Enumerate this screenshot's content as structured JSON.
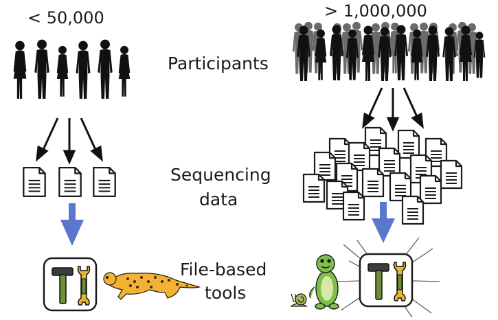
{
  "left": {
    "count_label": "< 50,000"
  },
  "right": {
    "count_label": "> 1,000,000"
  },
  "center": {
    "participants_label": "Participants",
    "sequencing_line1": "Sequencing",
    "sequencing_line2": "data",
    "tools_line1": "File-based",
    "tools_line2": "tools"
  },
  "colors": {
    "silhouette": "#111111",
    "silhouette_back": "#6b6b6b",
    "blue_arrow": "#5b77cc",
    "document_outline": "#1a1a1a",
    "tool_handle": "#6b8e3a",
    "cheetah": "#f2b233",
    "turtle": "#7cc04a",
    "snail": "#b0b35a"
  },
  "icons": [
    "person-silhouette",
    "crowd-silhouette",
    "document-icon",
    "hammer-icon",
    "wrench-icon",
    "cheetah-icon",
    "turtle-icon",
    "snail-icon"
  ]
}
